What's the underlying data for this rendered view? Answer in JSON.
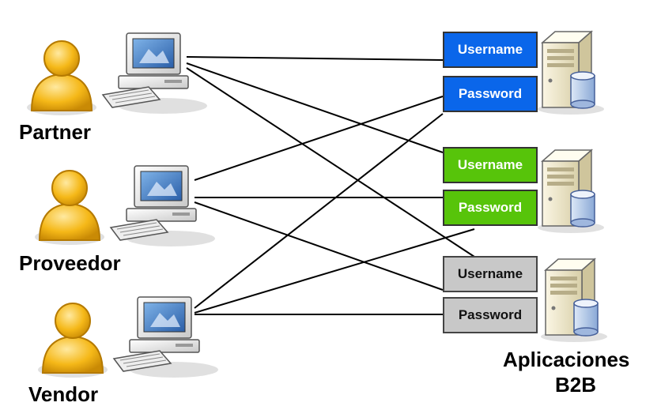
{
  "users": [
    {
      "label": "Partner"
    },
    {
      "label": "Proveedor"
    },
    {
      "label": "Vendor"
    }
  ],
  "apps": [
    {
      "username_label": "Username",
      "password_label": "Password",
      "color": "#0a66ea"
    },
    {
      "username_label": "Username",
      "password_label": "Password",
      "color": "#57c40a"
    },
    {
      "username_label": "Username",
      "password_label": "Password",
      "color": "#c8c8c8"
    }
  ],
  "apps_caption_line1": "Aplicaciones",
  "apps_caption_line2": "B2B"
}
